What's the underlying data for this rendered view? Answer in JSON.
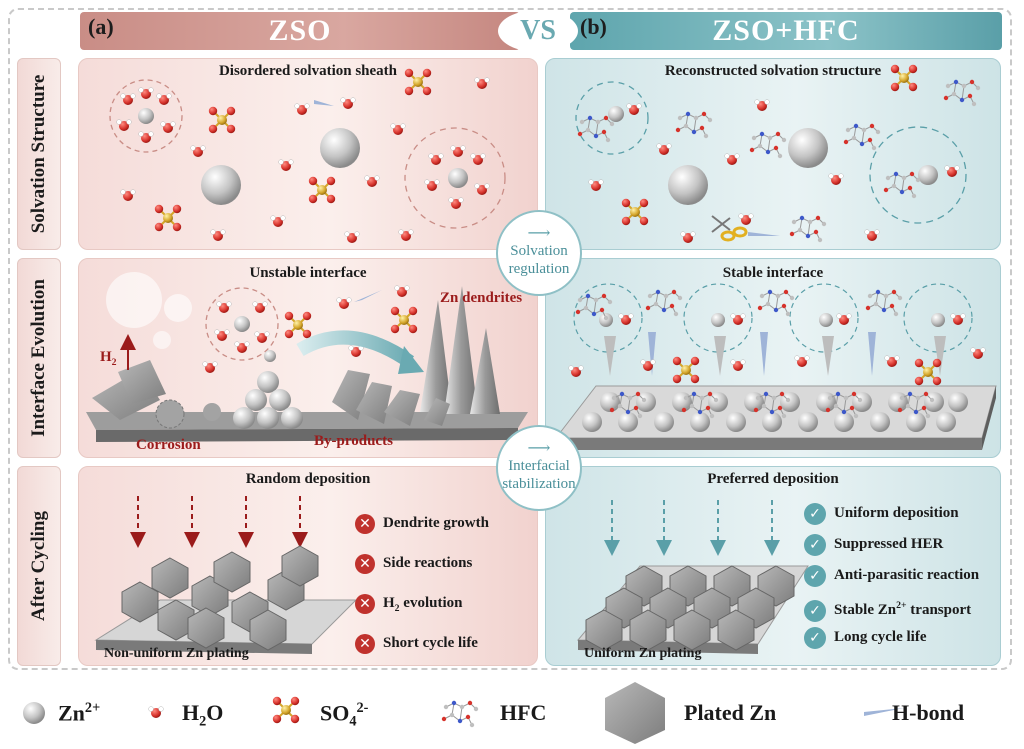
{
  "header": {
    "left_letter": "(a)",
    "left_title": "ZSO",
    "vs": "VS",
    "right_letter": "(b)",
    "right_title": "ZSO+HFC"
  },
  "rows": [
    {
      "label": "Solvation Structure"
    },
    {
      "label": "Interface Evolution"
    },
    {
      "label": "After Cycling"
    }
  ],
  "zso": {
    "solvation_title": "Disordered solvation sheath",
    "interface_title": "Unstable interface",
    "h2_label_main": "H",
    "h2_label_sub": "2",
    "zn_dendrites": "Zn dendrites",
    "corrosion": "Corrosion",
    "byproducts": "By-products",
    "cycling_title": "Random deposition",
    "plating_label": "Non-uniform Zn plating",
    "issues": [
      {
        "text": "Dendrite growth"
      },
      {
        "text": "Side reactions"
      },
      {
        "text_main": "H",
        "text_sub": "2",
        "text_rest": " evolution"
      },
      {
        "text": "Short cycle life"
      }
    ]
  },
  "zso_hfc": {
    "solvation_title": "Reconstructed solvation structure",
    "interface_title": "Stable interface",
    "cycling_title": "Preferred deposition",
    "plating_label": "Uniform Zn plating",
    "benefits": [
      {
        "text": "Uniform deposition"
      },
      {
        "text": "Suppressed HER"
      },
      {
        "text": "Anti-parasitic reaction"
      },
      {
        "text_pre": "Stable Zn",
        "text_sup": "2+",
        "text_post": " transport"
      },
      {
        "text": "Long cycle life"
      }
    ]
  },
  "middle": {
    "solvation_line1": "Solvation",
    "solvation_line2": "regulation",
    "interfacial_line1": "Interfacial",
    "interfacial_line2": "stabilization"
  },
  "legend": {
    "zn_main": "Zn",
    "zn_sup": "2+",
    "h2o_main": "H",
    "h2o_sub": "2",
    "h2o_rest": "O",
    "so4_main": "SO",
    "so4_sub": "4",
    "so4_sup": "2-",
    "hfc": "HFC",
    "plated": "Plated Zn",
    "hbond": "H-bond"
  },
  "colors": {
    "zso_header": "#c98d86",
    "hfc_header": "#5ea5ad",
    "zn_ion": "#bdbdbd",
    "oxygen": "#d6322b",
    "sulfur": "#d4a52a",
    "issue_icon": "#c0322d",
    "benefit_icon": "#5ea5ad",
    "dendrite_text": "#9b1b1b"
  }
}
